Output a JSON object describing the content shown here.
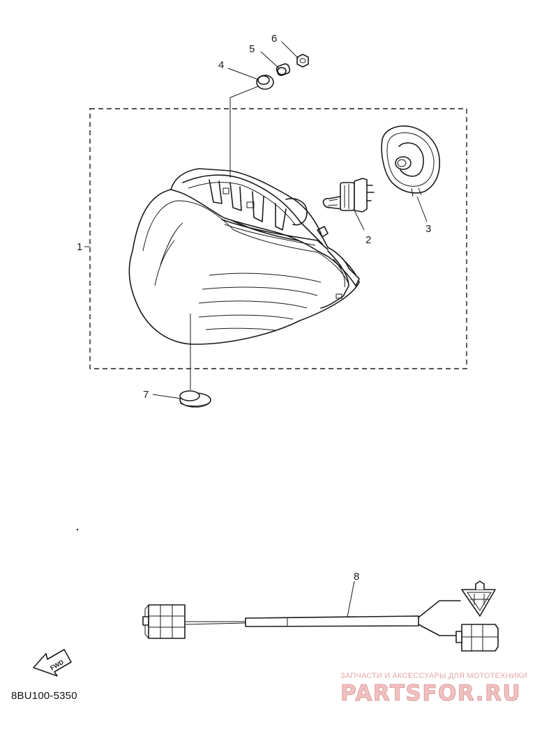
{
  "diagram": {
    "part_code": "8BU100-5350",
    "fwd_label": "FWD",
    "callouts": [
      "1",
      "2",
      "3",
      "4",
      "5",
      "6",
      "7",
      "8"
    ]
  },
  "watermark": {
    "tagline": "ЗАПЧАСТИ И АКСЕССУАРЫ ДЛЯ МОТОТЕХНИКИ",
    "brand": "PARTSFOR.RU"
  },
  "colors": {
    "ink": "#1a1a1a",
    "watermark": "#e09a9a"
  }
}
